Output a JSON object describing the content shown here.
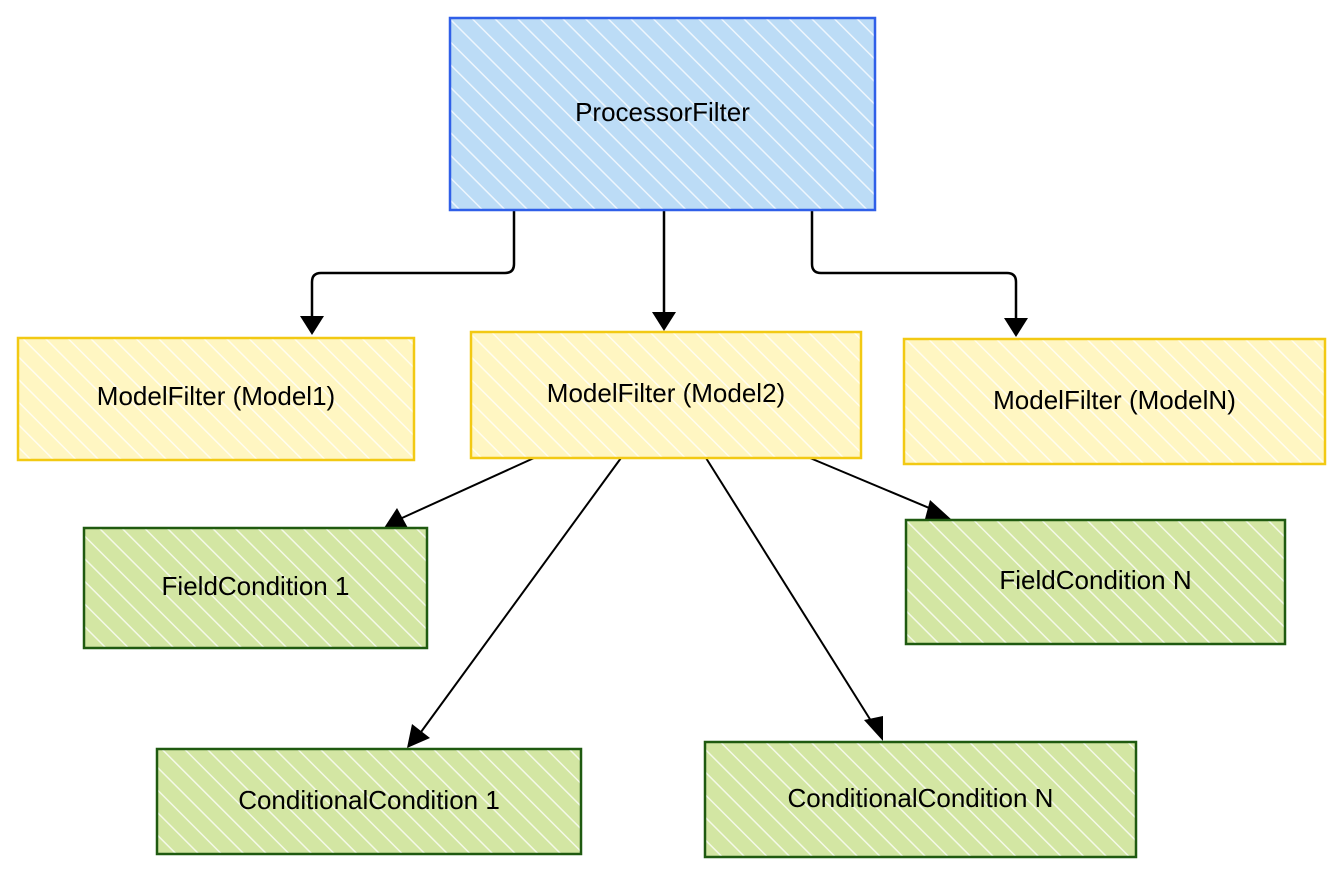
{
  "colors": {
    "blue_fill": "#bcdcf6",
    "blue_stroke": "#2f5fe8",
    "yellow_fill": "#fff6c2",
    "yellow_stroke": "#f2c913",
    "green_fill": "#d3e6a3",
    "green_stroke": "#1f5a10",
    "hatch_color": "#ffffff",
    "arrow": "#000000"
  },
  "nodes": {
    "processor_filter": {
      "label": "ProcessorFilter"
    },
    "model_filter_1": {
      "label": "ModelFilter (Model1)"
    },
    "model_filter_2": {
      "label": "ModelFilter (Model2)"
    },
    "model_filter_n": {
      "label": "ModelFilter (ModelN)"
    },
    "field_condition_1": {
      "label": "FieldCondition 1"
    },
    "field_condition_n": {
      "label": "FieldCondition N"
    },
    "conditional_condition_1": {
      "label": "ConditionalCondition 1"
    },
    "conditional_condition_n": {
      "label": "ConditionalCondition N"
    }
  },
  "edges": [
    {
      "from": "processor_filter",
      "to": "model_filter_1"
    },
    {
      "from": "processor_filter",
      "to": "model_filter_2"
    },
    {
      "from": "processor_filter",
      "to": "model_filter_n"
    },
    {
      "from": "model_filter_2",
      "to": "field_condition_1"
    },
    {
      "from": "model_filter_2",
      "to": "conditional_condition_1"
    },
    {
      "from": "model_filter_2",
      "to": "conditional_condition_n"
    },
    {
      "from": "model_filter_2",
      "to": "field_condition_n"
    }
  ]
}
